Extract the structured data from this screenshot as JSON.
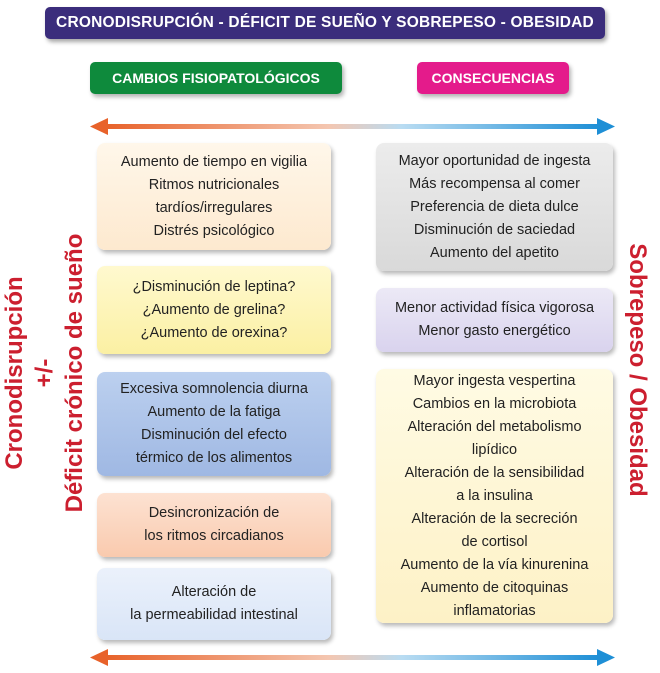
{
  "title": "CRONODISRUPCIÓN - DÉFICIT DE SUEÑO Y SOBREPESO - OBESIDAD",
  "headers": {
    "left": "CAMBIOS FISIOPATOLÓGICOS",
    "right": "CONSECUENCIAS"
  },
  "side_labels": {
    "left": [
      "Cronodisrupción",
      "+/-",
      "Déficit crónico de sueño"
    ],
    "right": "Sobrepeso / Obesidad"
  },
  "left_boxes": [
    [
      "Aumento de tiempo en vigilia",
      "Ritmos nutricionales",
      "tardíos/irregulares",
      "Distrés psicológico"
    ],
    [
      "¿Disminución de leptina?",
      "¿Aumento de grelina?",
      "¿Aumento de orexina?"
    ],
    [
      "Excesiva somnolencia diurna",
      "Aumento de la fatiga",
      "Disminución del efecto",
      "térmico de los alimentos"
    ],
    [
      "Desincronización de",
      "los ritmos circadianos"
    ],
    [
      "Alteración de",
      "la permeabilidad intestinal"
    ]
  ],
  "right_boxes": [
    [
      "Mayor oportunidad de ingesta",
      "Más recompensa al comer",
      "Preferencia de dieta dulce",
      "Disminución de saciedad",
      "Aumento del apetito"
    ],
    [
      "Menor actividad física vigorosa",
      "Menor gasto energético"
    ],
    [
      "Mayor ingesta vespertina",
      "Cambios en la microbiota",
      "Alteración del metabolismo",
      "lipídico",
      "Alteración de la sensibilidad",
      "a la insulina",
      "Alteración de la secreción",
      "de cortisol",
      "Aumento de la vía kinurenina",
      "Aumento de citoquinas",
      "inflamatorias"
    ]
  ],
  "colors": {
    "title_bg": "#3b2d7c",
    "left_header_bg": "#0e8a3c",
    "right_header_bg": "#e41b8b",
    "side_label": "#cc1f2f",
    "arrow_left": "#e8622a",
    "arrow_right": "#1e8fd6"
  }
}
